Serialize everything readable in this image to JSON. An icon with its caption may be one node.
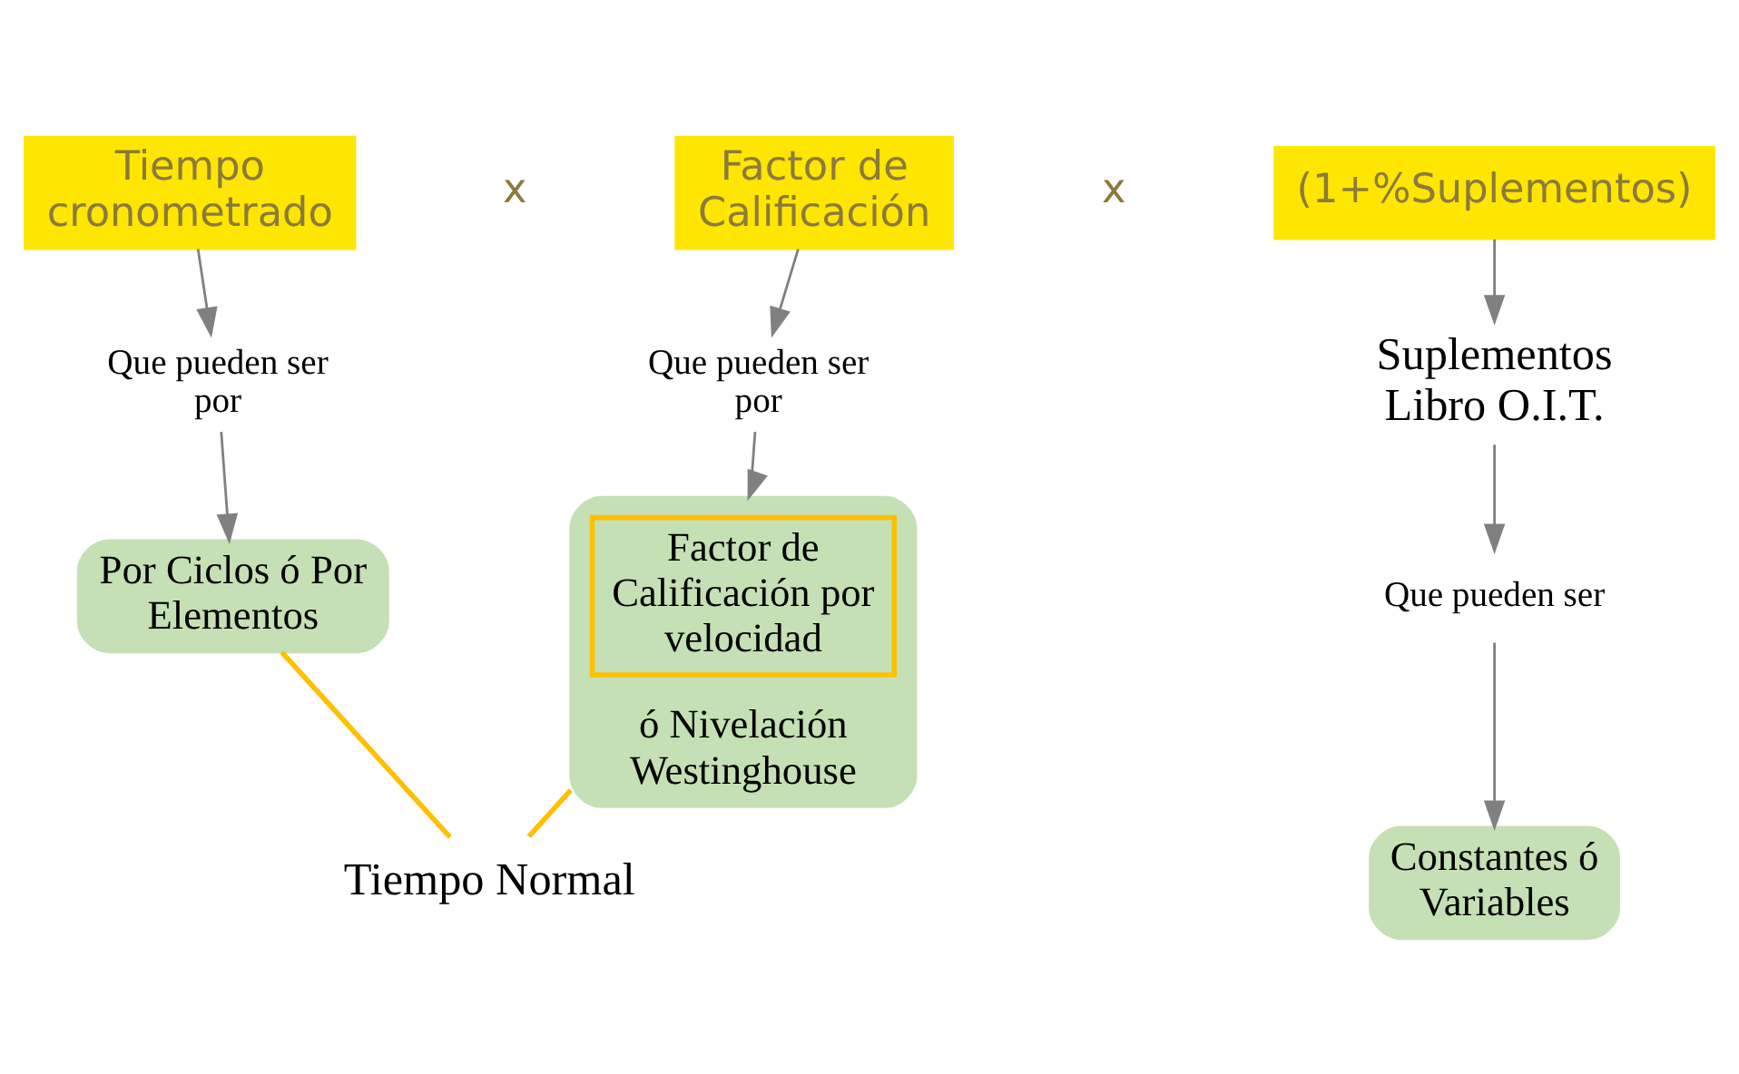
{
  "diagram": {
    "nodes": [
      {
        "text": [
          "Tiempo cronometrado"
        ]
      },
      {
        "text": [
          "Factor de Calificación"
        ]
      },
      {
        "text": [
          "(1+%Suplementos)"
        ]
      },
      {
        "text": [
          "Que pueden ser por"
        ]
      },
      {
        "text": [
          "Que pueden ser por"
        ]
      },
      {
        "text": [
          "Suplementos Libro O.I.T."
        ]
      },
      {
        "text": [
          "Por Ciclos ó Por Elementos"
        ]
      },
      {
        "text": [
          "ó Nivelación Westinghouse"
        ]
      },
      {
        "text": [
          "Factor de Calificación por velocidad"
        ],
        "in": 7
      },
      {
        "text": [
          "Que pueden ser"
        ]
      },
      {
        "text": [
          "Constantes ó Variables"
        ]
      },
      {
        "text": [
          "Tiempo Normal"
        ]
      }
    ],
    "edges": [
      {
        "from": 0,
        "to": 3,
        "arrow": "to"
      },
      {
        "from": 3,
        "to": 6,
        "arrow": "to"
      },
      {
        "from": 1,
        "to": 4,
        "arrow": "to"
      },
      {
        "from": 4,
        "to": 7,
        "arrow": "to"
      },
      {
        "from": 2,
        "to": 5,
        "arrow": "to"
      },
      {
        "from": 5,
        "to": 9,
        "arrow": "to"
      },
      {
        "from": 9,
        "to": 10,
        "arrow": "to"
      },
      {
        "from": 6,
        "to": 11,
        "arrow": "none",
        "color": "#ffc000"
      },
      {
        "from": 7,
        "to": 11,
        "arrow": "none",
        "color": "#ffc000"
      }
    ],
    "labels": [
      "x",
      "x"
    ]
  }
}
